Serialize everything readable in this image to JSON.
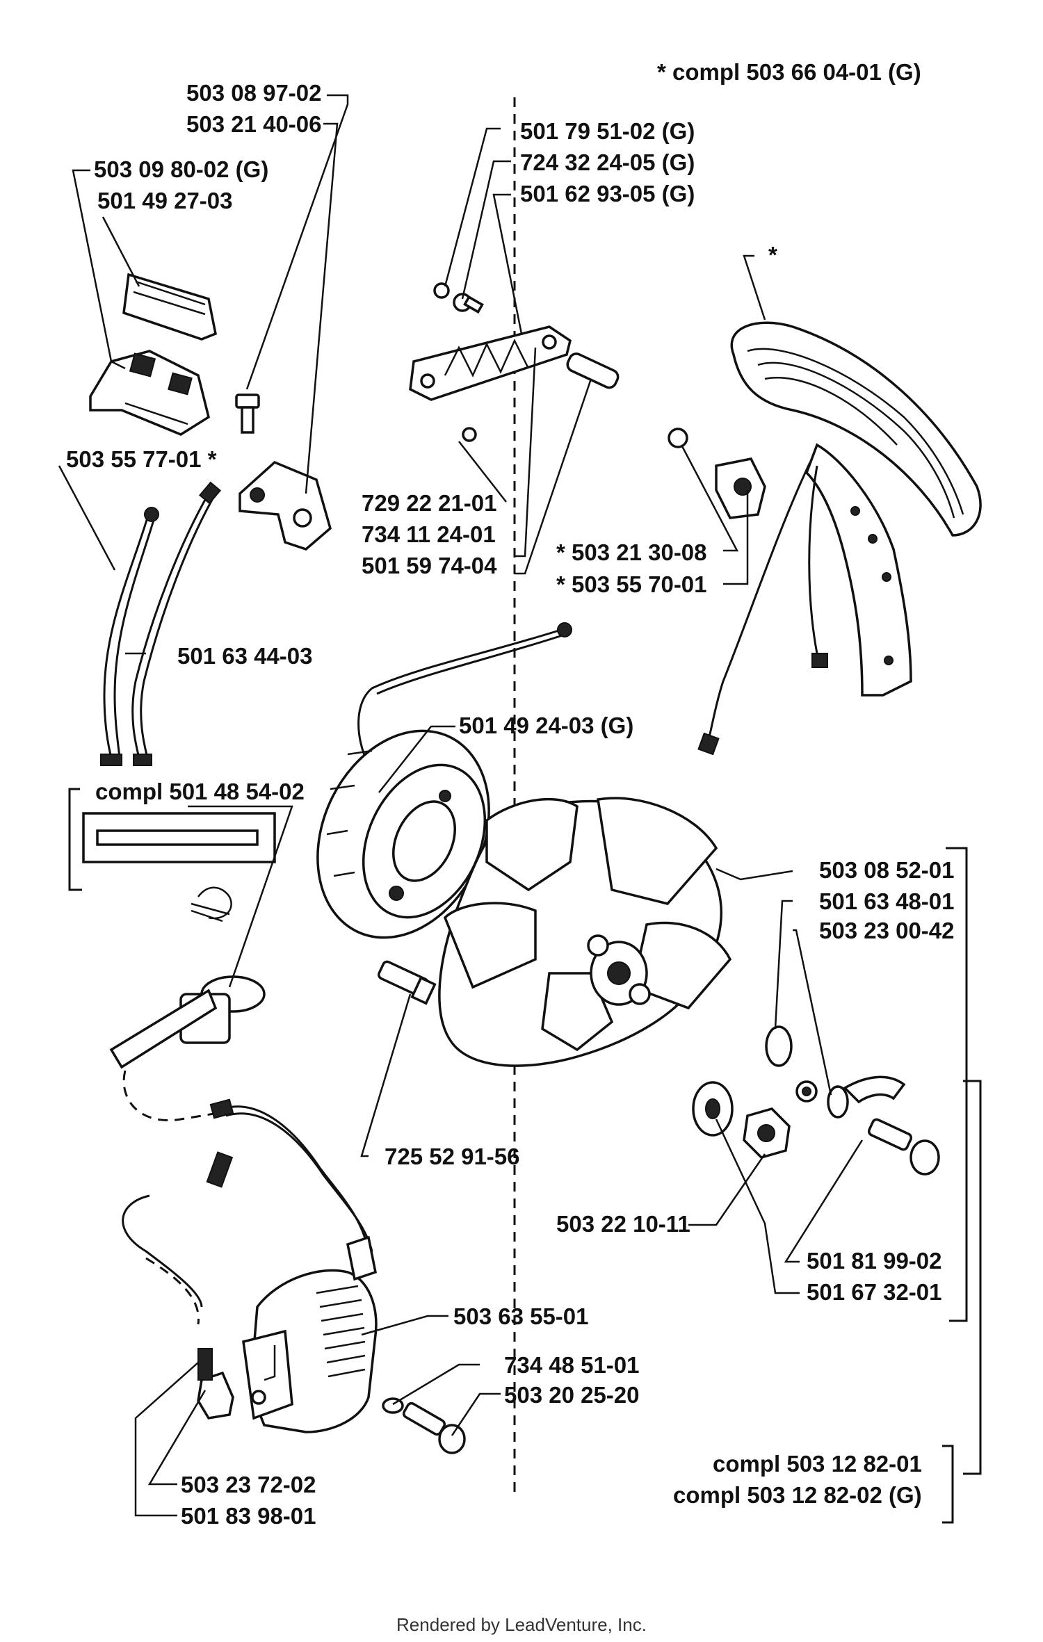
{
  "diagram": {
    "header_note": "*  compl 503 66 04-01 (G)",
    "parts": {
      "p1": "503 08 97-02",
      "p2": "503 21 40-06",
      "p3": "503 09 80-02 (G)",
      "p4": "501 49 27-03",
      "p5": "501 79 51-02 (G)",
      "p6": "724 32 24-05 (G)",
      "p7": "501 62 93-05 (G)",
      "p8": "*",
      "p9": "503 55 77-01  *",
      "p10": "729 22 21-01",
      "p11": "734 11 24-01",
      "p12": "501 59 74-04",
      "p13": "*  503 21 30-08",
      "p14": "*  503 55 70-01",
      "p15": "501 63 44-03",
      "p16": "501 49 24-03 (G)",
      "p17": "compl 501 48 54-02",
      "p18": "503 08 52-01",
      "p19": "501 63 48-01",
      "p20": "503 23 00-42",
      "p21": "725 52 91-56",
      "p22": "503 22 10-11",
      "p23": "501 81 99-02",
      "p24": "501 67 32-01",
      "p25": "503 63 55-01",
      "p26": "734 48 51-01",
      "p27": "503 20 25-20",
      "p28": "compl 503 12 82-01",
      "p29": "compl 503 12 82-02 (G)",
      "p30": "503 23 72-02",
      "p31": "501 83 98-01"
    }
  },
  "footer": {
    "text": "Rendered by LeadVenture, Inc."
  }
}
